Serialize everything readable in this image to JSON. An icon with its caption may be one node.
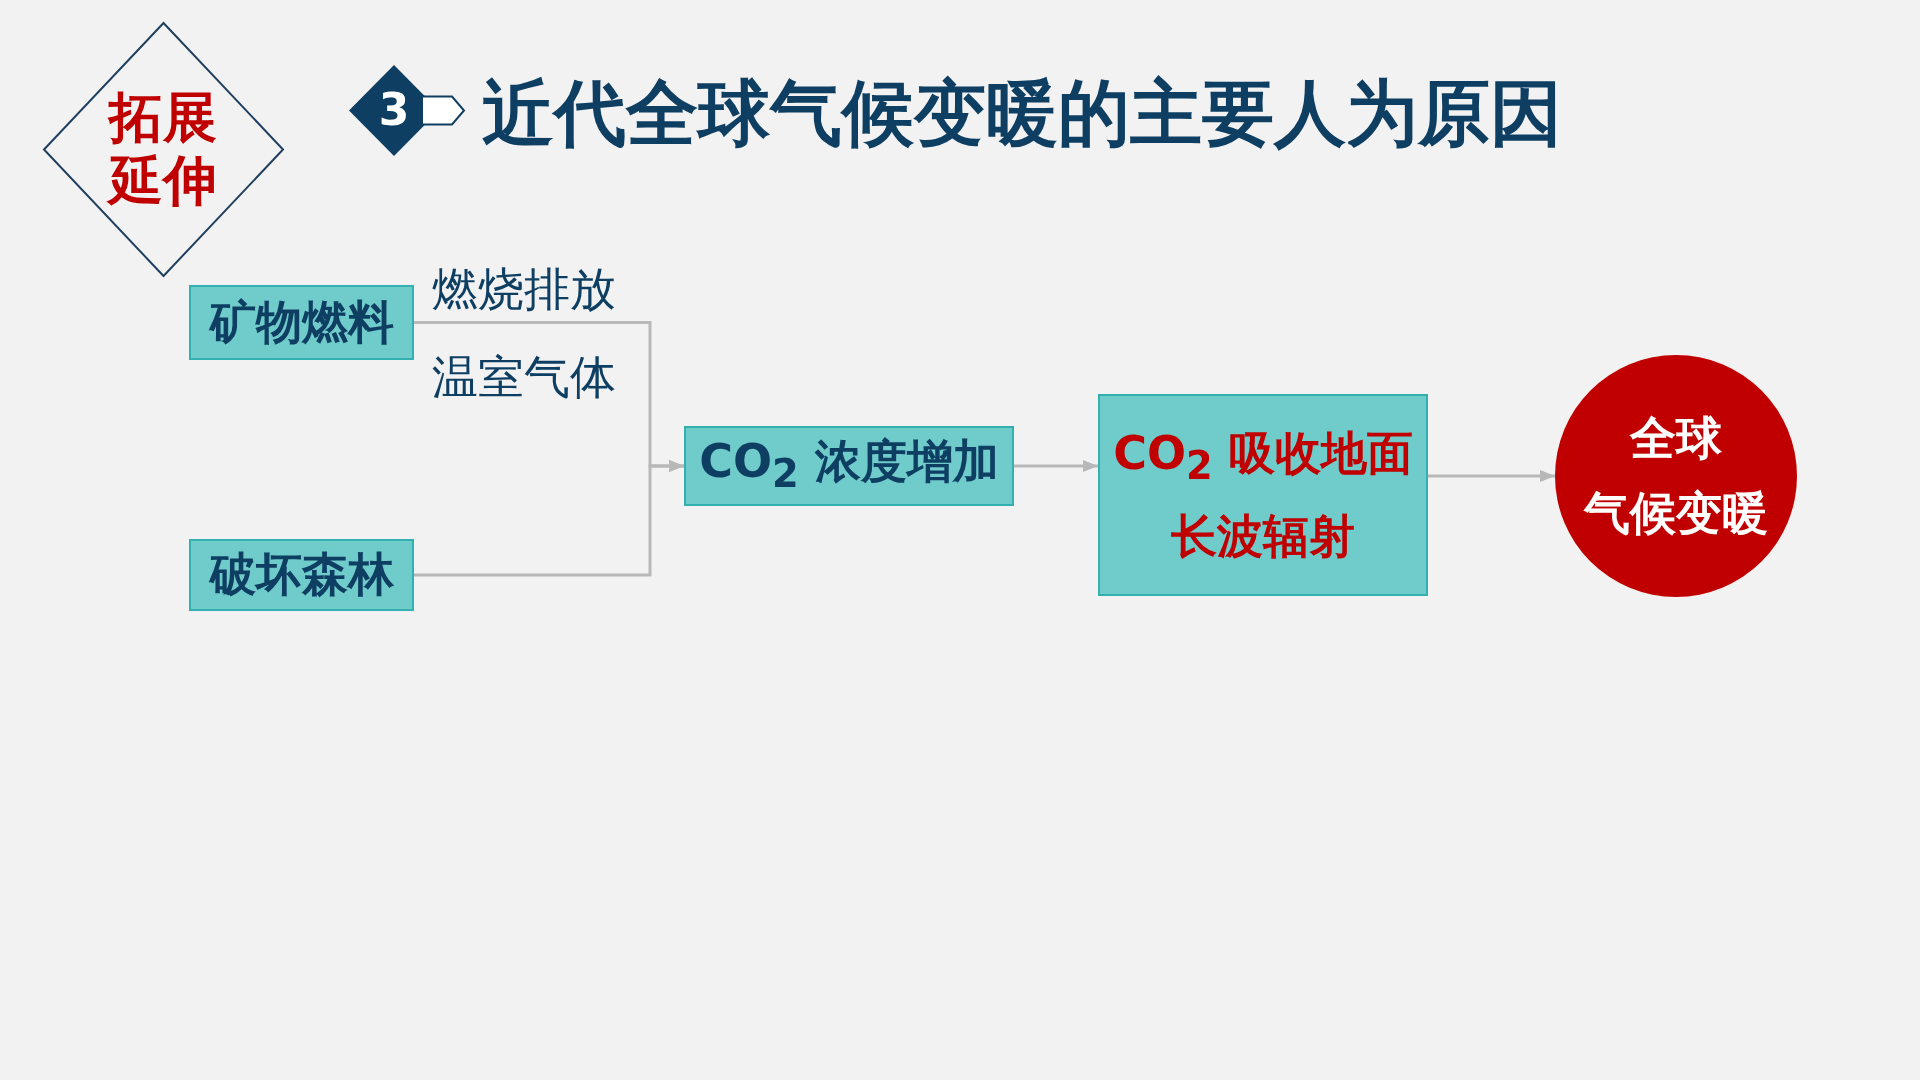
{
  "diagram": {
    "title": "近代全球气候变暖的主要人为原因",
    "nodes": [
      {
        "text": [
          "拓展延伸"
        ]
      },
      {
        "text": [
          "3"
        ]
      },
      {
        "text": [
          "矿物燃料"
        ]
      },
      {
        "text": [
          "破坏森林"
        ]
      },
      {
        "text": [
          "CO$_{2}$ 浓度增加"
        ]
      },
      {
        "text": [
          "CO$_{2}$ 吸收地面",
          "长波辐射"
        ]
      },
      {
        "text": [
          "全球",
          "气候变暖"
        ]
      }
    ],
    "edges": [
      {
        "from": 2,
        "to": 4,
        "arrow": "to"
      },
      {
        "from": 3,
        "to": 4,
        "arrow": "to"
      },
      {
        "from": 4,
        "to": 5,
        "arrow": "to"
      },
      {
        "from": 5,
        "to": 6,
        "arrow": "to"
      }
    ],
    "labels": [
      "燃烧排放",
      "温室气体"
    ]
  }
}
